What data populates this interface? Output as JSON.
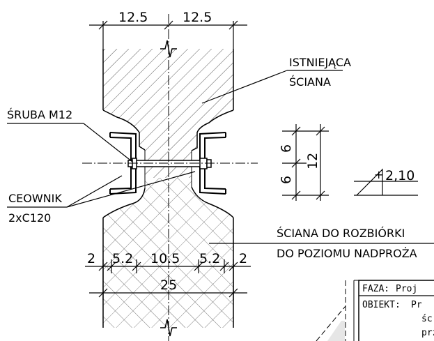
{
  "dimensions": {
    "top_left": "12.5",
    "top_right": "12.5",
    "bottom_segments": [
      "2",
      "5.2",
      "10.5",
      "5.2",
      "2"
    ],
    "bottom_total": "25",
    "side_upper": "6",
    "side_lower": "6",
    "side_total": "12"
  },
  "labels": {
    "existing_wall_line1": "ISTNIEJĄCA",
    "existing_wall_line2": "ŚCIANA",
    "bolt": "ŚRUBA M12",
    "channel_line1": "CEOWNIK",
    "channel_line2": "2xC120",
    "demolition_line1": "ŚCIANA DO ROZBIÓRKI",
    "demolition_line2": "DO POZIOMU NADPROŻA"
  },
  "level_mark": {
    "sign": "+",
    "value": "2,10"
  },
  "title_block": {
    "phase_label": "FAZA:",
    "phase_value": "Proj",
    "object_label": "OBIEKT:",
    "object_value_line1": "Pr",
    "object_value_line2": "śc",
    "object_value_line3": "prz"
  },
  "colors": {
    "ink": "#000000",
    "paper": "#ffffff",
    "hatch": "#555555",
    "crosshatch": "#777777",
    "leader": "#000000",
    "title_block_shade": "#e6e6e6"
  }
}
